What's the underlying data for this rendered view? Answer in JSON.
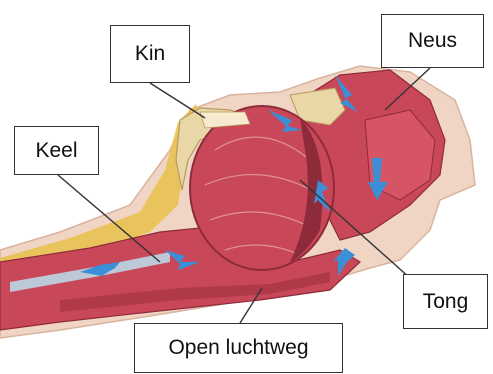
{
  "labels": {
    "kin": "Kin",
    "neus": "Neus",
    "keel": "Keel",
    "tong": "Tong",
    "airway": "Open luchtweg"
  },
  "icons": {
    "airflow": "airflow-arrow-icon"
  },
  "colors": {
    "tissue": "#c8485a",
    "tissue_dark": "#8e2b3b",
    "tissue_light": "#e6a3a9",
    "skin": "#f0d5c4",
    "fat": "#e8c04a",
    "bone": "#ead7a8",
    "airflow": "#3a8fd6",
    "airway_blue": "#bcd7e6",
    "box_border": "#333333"
  }
}
